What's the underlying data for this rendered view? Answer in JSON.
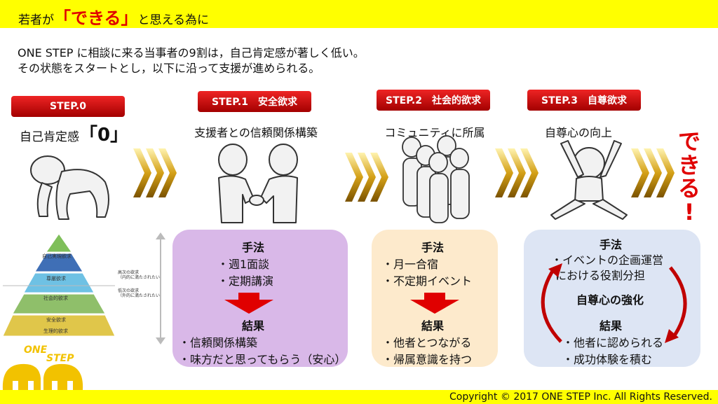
{
  "header": {
    "title_prefix": "若者が",
    "title_emphasis": "「できる」",
    "title_suffix": "と思える為に"
  },
  "intro": {
    "line1": "ONE STEP に相談に来る当事者の9割は，自己肯定感が著しく低い。",
    "line2": "その状態をスタートとし，以下に沿って支援が進められる。"
  },
  "steps": [
    {
      "tag": "STEP.0",
      "desc": "自己肯定感",
      "desc_emphasis": "「0」"
    },
    {
      "tag": "STEP.1　安全欲求",
      "desc": "支援者との信頼関係構築"
    },
    {
      "tag": "STEP.2　社会的欲求",
      "desc": "コミュニティに所属"
    },
    {
      "tag": "STEP.3　自尊欲求",
      "desc": "自尊心の向上"
    }
  ],
  "pyramid": {
    "levels": [
      "自己実現欲求",
      "尊厳欲求",
      "社会的欲求",
      "安全欲求",
      "生理的欲求"
    ],
    "upper_note": "高次の欲求\n（内的に満たされたい）",
    "lower_note": "低次の欲求\n（外的に満たされたい）"
  },
  "box1": {
    "method_title": "手法",
    "methods": [
      "・週1面談",
      "・定期講演"
    ],
    "result_title": "結果",
    "results": [
      "・信頼関係構築",
      "・味方だと思ってもらう（安心）"
    ]
  },
  "box2": {
    "method_title": "手法",
    "methods": [
      "・月一合宿",
      "・不定期イベント"
    ],
    "result_title": "結果",
    "results": [
      "・他者とつながる",
      "・帰属意識を持つ"
    ]
  },
  "box3": {
    "method_title": "手法",
    "methods": [
      "・イベントの企画運営",
      "における役割分担"
    ],
    "middle": "自尊心の強化",
    "result_title": "結果",
    "results": [
      "・他者に認められる",
      "・成功体験を積む"
    ]
  },
  "dekiru": "でき\nる\n!",
  "logo": {
    "line1": "ONE",
    "line2": "STEP"
  },
  "footer": {
    "copyright": "Copyright © 2017 ONE STEP Inc. All Rights Reserved."
  },
  "colors": {
    "header_yellow": "#ffff00",
    "step_red": "#c00000",
    "box1_purple": "#d9b8e8",
    "box2_cream": "#fdeacc",
    "box3_blue": "#dde5f4",
    "chevron_gold": "#d4a017",
    "accent_red": "#e00000"
  }
}
